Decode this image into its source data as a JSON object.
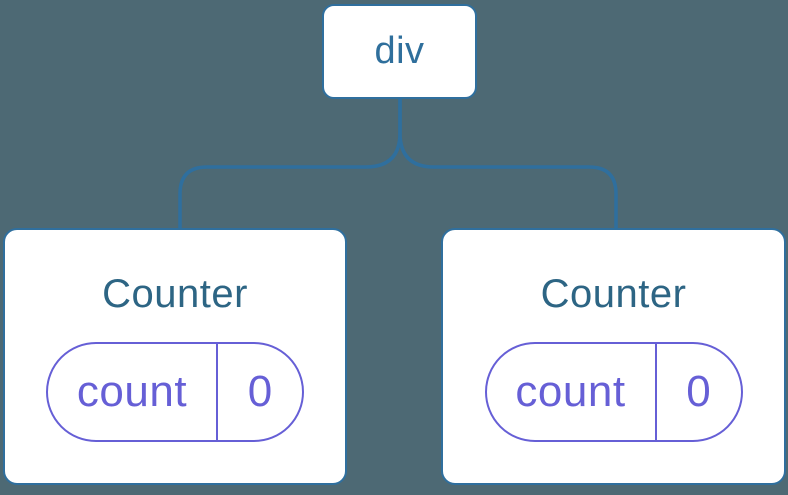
{
  "colors": {
    "background": "#4d6974",
    "node-border": "#2f6f9e",
    "node-fill": "#ffffff",
    "root-label": "#2f6f9c",
    "card-title": "#2d6584",
    "state-accent": "#665fd6"
  },
  "tree": {
    "root": {
      "label": "div"
    },
    "children": [
      {
        "title": "Counter",
        "state": {
          "key": "count",
          "value": "0"
        }
      },
      {
        "title": "Counter",
        "state": {
          "key": "count",
          "value": "0"
        }
      }
    ]
  }
}
